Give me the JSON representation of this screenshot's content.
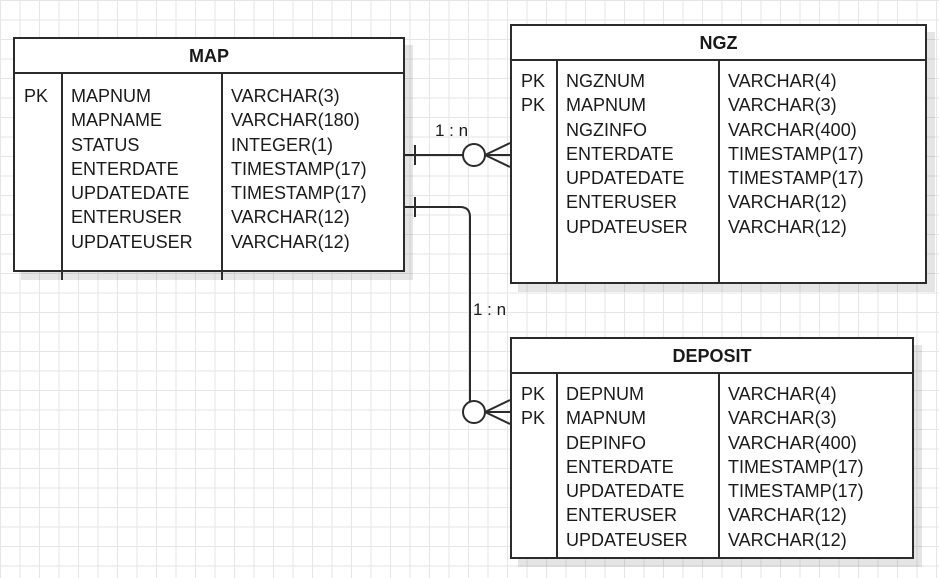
{
  "entities": {
    "map": {
      "title": "MAP",
      "rows": [
        {
          "key": "PK",
          "name": "MAPNUM",
          "type": "VARCHAR(3)"
        },
        {
          "key": "",
          "name": "MAPNAME",
          "type": "VARCHAR(180)"
        },
        {
          "key": "",
          "name": "STATUS",
          "type": "INTEGER(1)"
        },
        {
          "key": "",
          "name": "ENTERDATE",
          "type": "TIMESTAMP(17)"
        },
        {
          "key": "",
          "name": "UPDATEDATE",
          "type": "TIMESTAMP(17)"
        },
        {
          "key": "",
          "name": "ENTERUSER",
          "type": "VARCHAR(12)"
        },
        {
          "key": "",
          "name": "UPDATEUSER",
          "type": "VARCHAR(12)"
        }
      ]
    },
    "ngz": {
      "title": "NGZ",
      "rows": [
        {
          "key": "PK",
          "name": "NGZNUM",
          "type": "VARCHAR(4)"
        },
        {
          "key": "PK",
          "name": "MAPNUM",
          "type": "VARCHAR(3)"
        },
        {
          "key": "",
          "name": "NGZINFO",
          "type": "VARCHAR(400)"
        },
        {
          "key": "",
          "name": "ENTERDATE",
          "type": "TIMESTAMP(17)"
        },
        {
          "key": "",
          "name": "UPDATEDATE",
          "type": "TIMESTAMP(17)"
        },
        {
          "key": "",
          "name": "ENTERUSER",
          "type": "VARCHAR(12)"
        },
        {
          "key": "",
          "name": "UPDATEUSER",
          "type": "VARCHAR(12)"
        }
      ]
    },
    "deposit": {
      "title": "DEPOSIT",
      "rows": [
        {
          "key": "PK",
          "name": "DEPNUM",
          "type": "VARCHAR(4)"
        },
        {
          "key": "PK",
          "name": "MAPNUM",
          "type": "VARCHAR(3)"
        },
        {
          "key": "",
          "name": "DEPINFO",
          "type": "VARCHAR(400)"
        },
        {
          "key": "",
          "name": "ENTERDATE",
          "type": "TIMESTAMP(17)"
        },
        {
          "key": "",
          "name": "UPDATEDATE",
          "type": "TIMESTAMP(17)"
        },
        {
          "key": "",
          "name": "ENTERUSER",
          "type": "VARCHAR(12)"
        },
        {
          "key": "",
          "name": "UPDATEUSER",
          "type": "VARCHAR(12)"
        }
      ]
    }
  },
  "relationships": [
    {
      "from": "MAP",
      "to": "NGZ",
      "label": "1 : n"
    },
    {
      "from": "MAP",
      "to": "DEPOSIT",
      "label": "1 : n"
    }
  ]
}
